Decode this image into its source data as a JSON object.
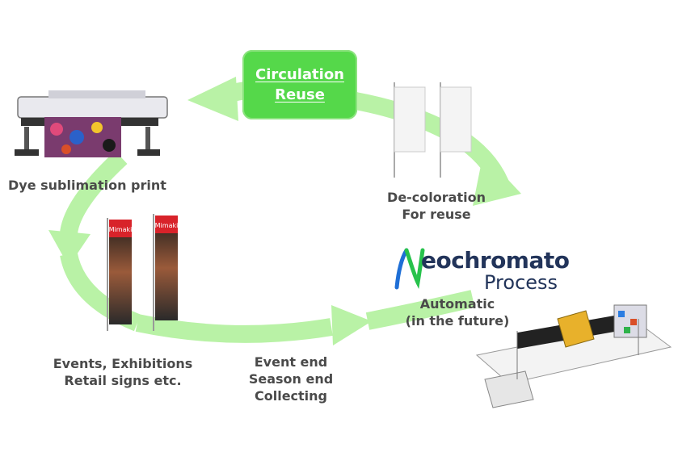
{
  "colors": {
    "cycle_arrow": "#b9f2a6",
    "badge": "#55d84a",
    "label_text": "#4a4a4a",
    "logo_text": "#22345a",
    "logo_mark_green": "#27c24c",
    "logo_mark_blue": "#1f6fd6"
  },
  "center": {
    "line1": "Circulation",
    "line2": "Reuse"
  },
  "stages": {
    "print": {
      "line1": "Dye sublimation print"
    },
    "events": {
      "line1": "Events, Exhibitions",
      "line2": "Retail signs etc."
    },
    "collect": {
      "line1": "Event end",
      "line2": "Season end",
      "line3": "Collecting"
    },
    "decolor": {
      "line1": "De-coloration",
      "line2": "For reuse"
    },
    "automatic": {
      "line1": "Automatic",
      "line2": "(in the future)"
    }
  },
  "logo": {
    "word": "eochromato",
    "subword": "Process"
  },
  "illustrations": {
    "printer": "printer-icon",
    "white_banners": "white-banner-icon",
    "printed_banners": "printed-banner-icon",
    "machine": "decoloring-machine-icon"
  },
  "banner_brand": "Mimaki"
}
